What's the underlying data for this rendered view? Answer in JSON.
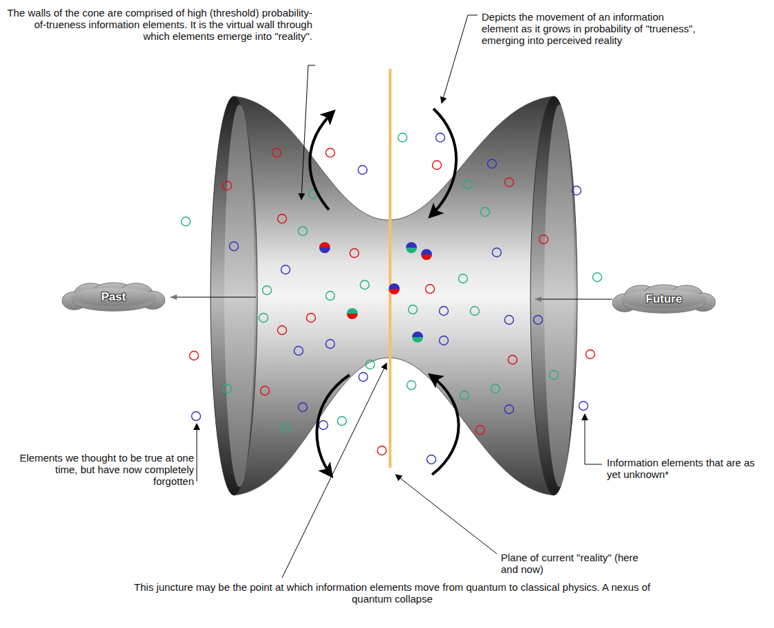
{
  "diagram": {
    "nodes": [
      {
        "text": [
          "Past"
        ]
      },
      {
        "text": [
          "Future"
        ]
      }
    ],
    "labels": [
      "The walls of the cone are comprised of high (threshold) probability-of-trueness information elements. It is the virtual wall through which elements emerge into \"reality\".",
      "Depicts the movement of an information element as it grows in probability of \"trueness\", emerging into perceived reality",
      "Elements we thought to be true at one time, but have now completely forgotten",
      "Information elements that are as yet unknown*",
      "Plane of current \"reality\" (here and now)",
      "This juncture may be the point at which information elements move from quantum to classical physics. A nexus of quantum collapse"
    ]
  }
}
